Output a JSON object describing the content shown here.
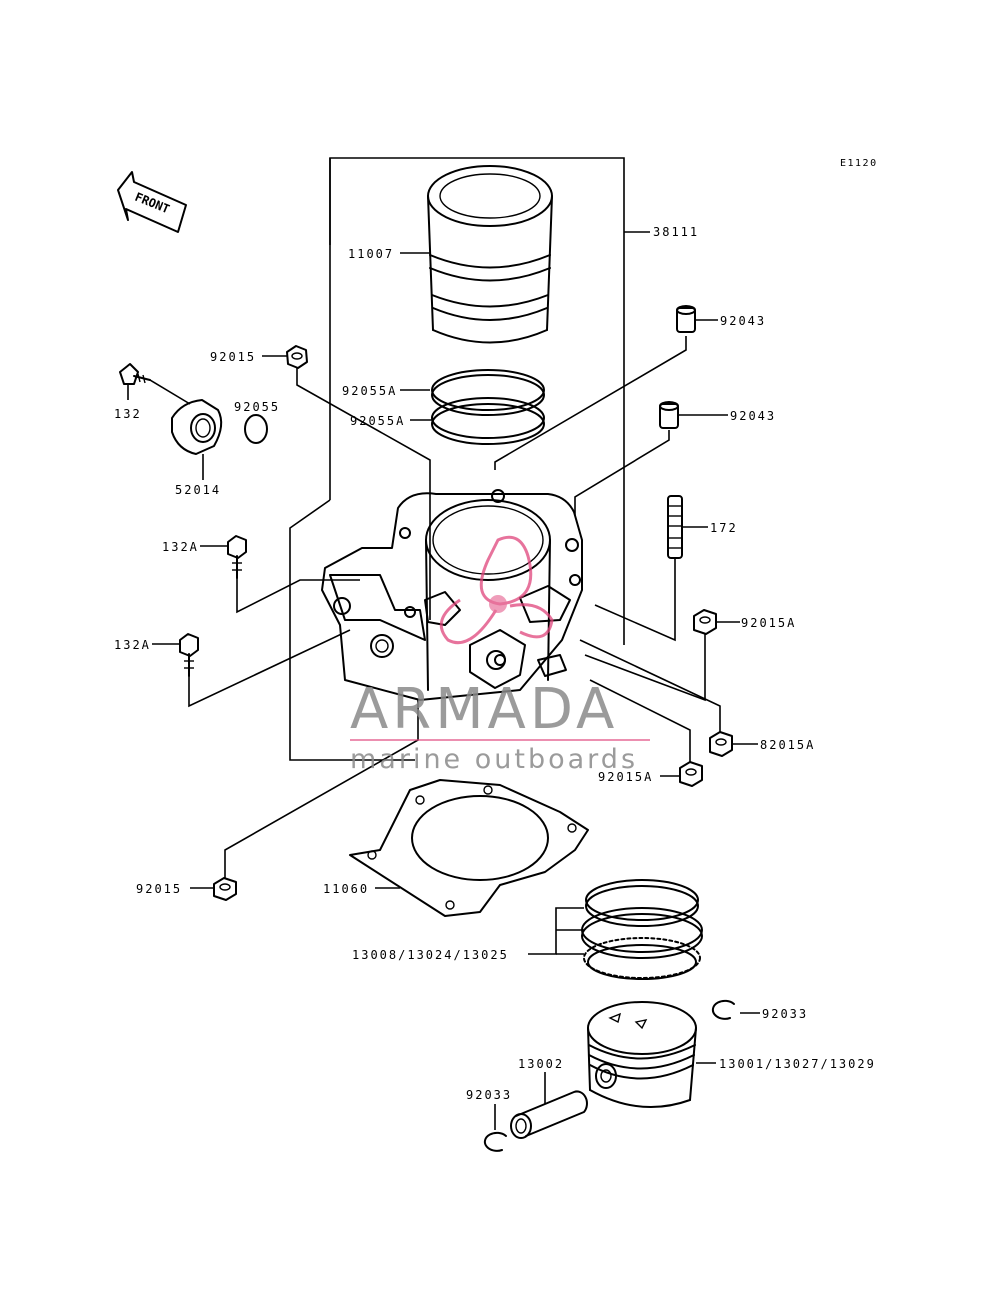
{
  "diagram": {
    "reference_code": "E1120",
    "front_label": "FRONT",
    "callouts": {
      "c38111": "38111",
      "c11007": "11007",
      "c92043a": "92043",
      "c92043b": "92043",
      "c92015top": "92015",
      "c92055Aa": "92055A",
      "c92055Ab": "92055A",
      "c132": "132",
      "c92055": "92055",
      "c52014": "52014",
      "c172": "172",
      "c132Aa": "132A",
      "c132Ab": "132A",
      "c92015Aa": "92015A",
      "c82015A": "82015A",
      "c92015Ab": "92015A",
      "c92015bottom": "92015",
      "c11060": "11060",
      "c13008": "13008/13024/13025",
      "c92033a": "92033",
      "c13001": "13001/13027/13029",
      "c13002": "13002",
      "c92033b": "92033"
    }
  },
  "watermark": {
    "title": "ARMADA",
    "subtitle": "marine outboards",
    "accent_color": "#e0457b",
    "text_color": "#8a8a8a"
  }
}
